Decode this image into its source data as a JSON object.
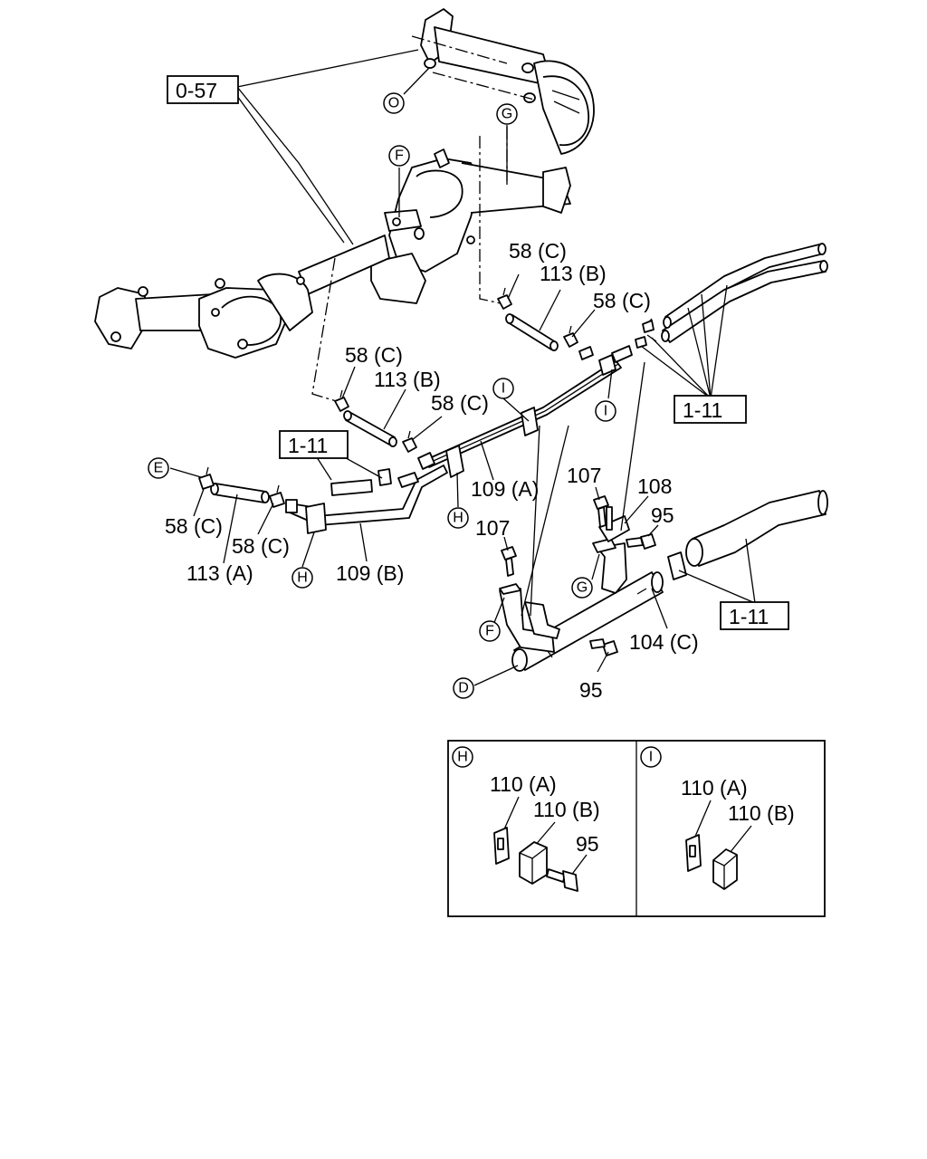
{
  "labels": {
    "ref_057": "0-57",
    "ref_111_mid": "1-11",
    "ref_111_right_top": "1-11",
    "ref_111_right_bottom": "1-11",
    "c_58c_top": "58 (C)",
    "c_113b_top": "113 (B)",
    "c_58c_top_right": "58 (C)",
    "c_58c_mid": "58 (C)",
    "c_113b_mid": "113 (B)",
    "c_58c_mid_right": "58 (C)",
    "c_109a": "109 (A)",
    "c_107_upper": "107",
    "c_108": "108",
    "c_95_upper": "95",
    "c_58c_left": "58 (C)",
    "c_58c_left2": "58 (C)",
    "c_113a": "113 (A)",
    "c_109b": "109 (B)",
    "c_107_lower": "107",
    "c_104c": "104 (C)",
    "c_95_lower": "95"
  },
  "markers": {
    "O": "O",
    "G_top": "G",
    "F_top": "F",
    "I_top": "I",
    "I_right": "I",
    "E": "E",
    "H_mid": "H",
    "H_left": "H",
    "G_lower": "G",
    "F_lower": "F",
    "D": "D"
  },
  "inset": {
    "h_marker": "H",
    "h_110a": "110 (A)",
    "h_110b": "110 (B)",
    "h_95": "95",
    "i_marker": "I",
    "i_110a": "110 (A)",
    "i_110b": "110 (B)"
  }
}
